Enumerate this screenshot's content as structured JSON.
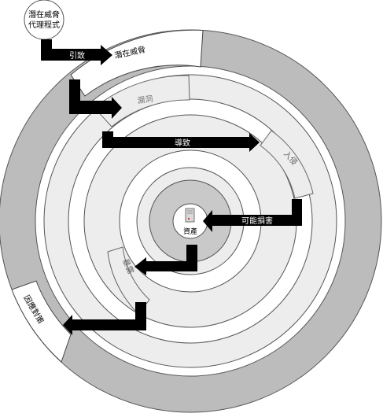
{
  "diagram": {
    "agent_label_line1": "潛在威脅",
    "agent_label_line2": "代理程式",
    "asset_label": "資產",
    "layers": {
      "threat": "潛在威脅",
      "vulnerability": "漏洞",
      "intrusion": "入侵",
      "exposure": "暴露",
      "countermeasure": "因應對策"
    },
    "arrows": {
      "leads_to_1": "引致",
      "leads_to_2": "導致",
      "possible_damage": "可能損害"
    },
    "icons": {
      "asset": "server-icon"
    },
    "colors": {
      "outer_ring": "#bcbcbc",
      "light_ring": "#ededed",
      "mid_ring": "#c9c9c9",
      "arrow": "#000000"
    }
  }
}
